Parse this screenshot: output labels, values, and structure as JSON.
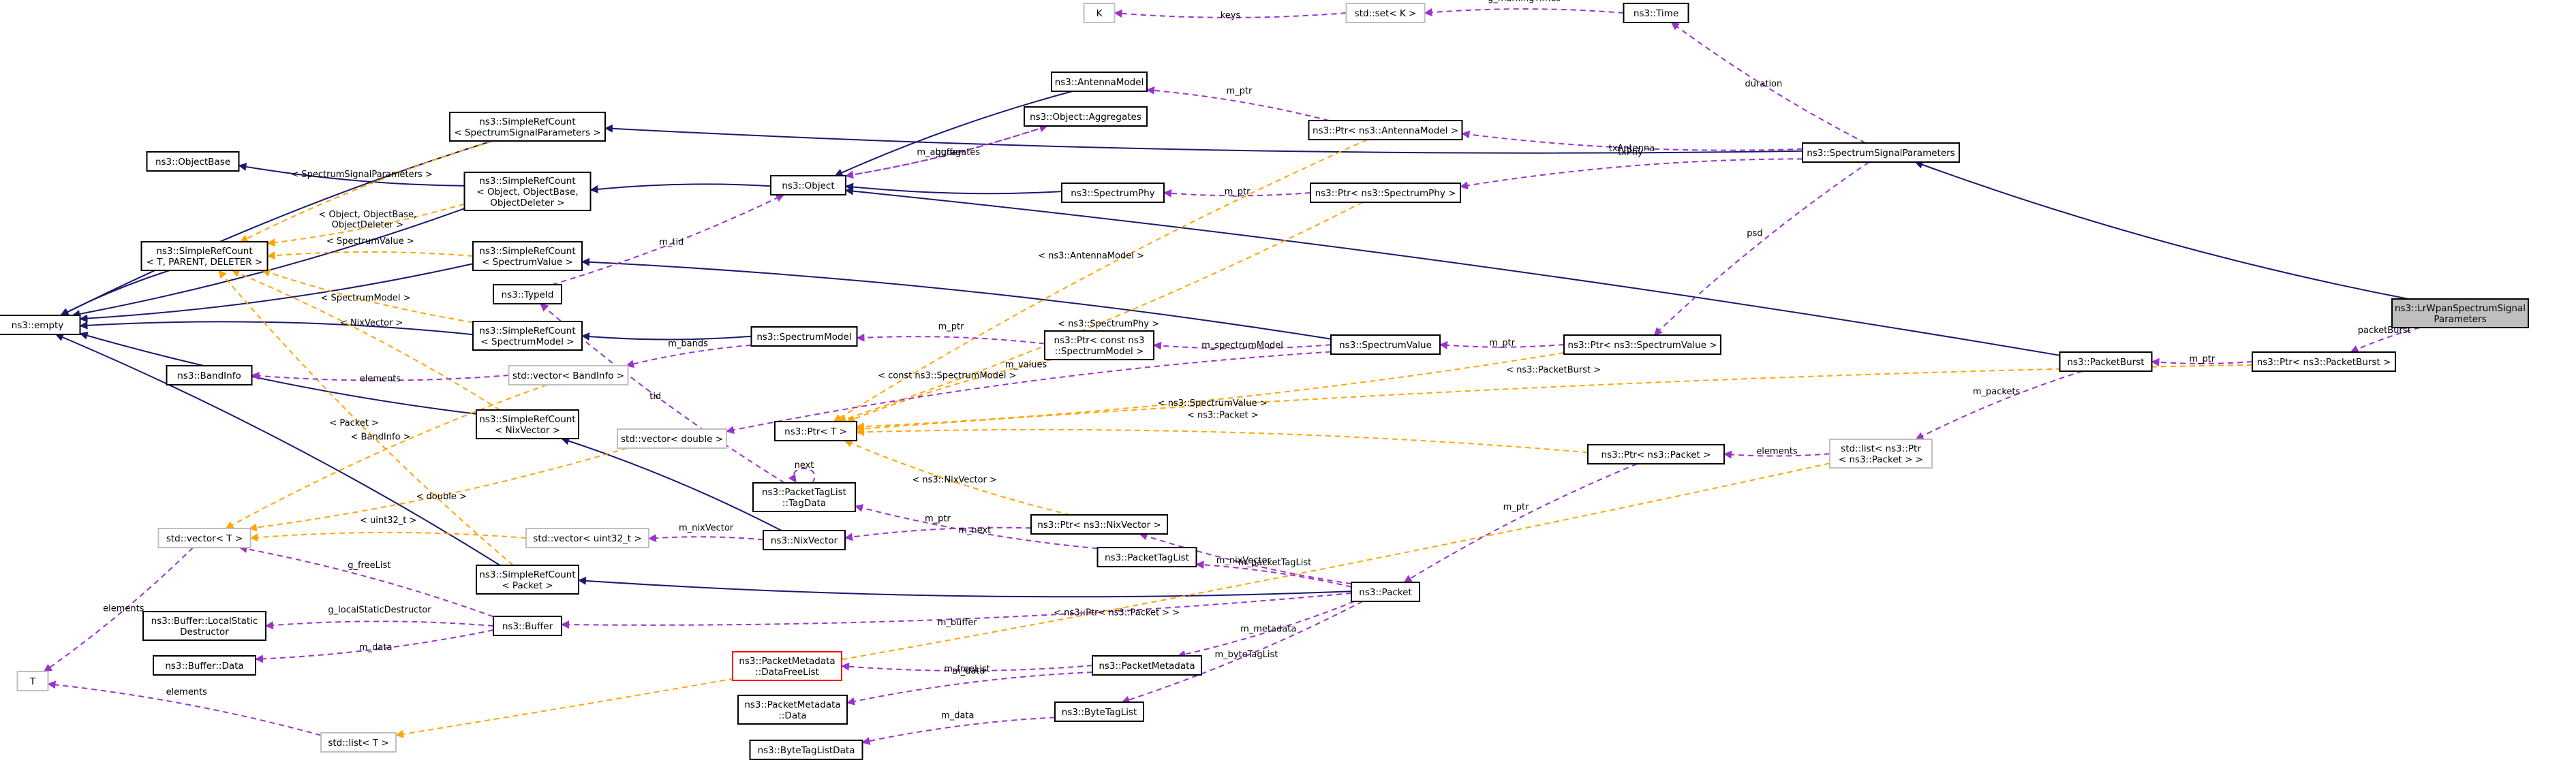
{
  "diagram_title": "",
  "legend_colors": {
    "inheritance": "#191970",
    "usage": "#9a32cd",
    "template": "#ffa500",
    "grey_node_border": "#bfbfbf",
    "red_node_border": "#ff0000",
    "selected_fill": "#bfbfbf"
  },
  "nodes": [
    {
      "id": "empty",
      "lines": [
        "ns3::empty"
      ],
      "style": "normal"
    },
    {
      "id": "objectbase",
      "lines": [
        "ns3::ObjectBase"
      ],
      "style": "normal"
    },
    {
      "id": "src_ssp",
      "lines": [
        "ns3::SimpleRefCount",
        "< SpectrumSignalParameters >"
      ],
      "style": "normal"
    },
    {
      "id": "src_obj",
      "lines": [
        "ns3::SimpleRefCount",
        "< Object, ObjectBase,",
        "ObjectDeleter >"
      ],
      "style": "normal"
    },
    {
      "id": "src_tpd",
      "lines": [
        "ns3::SimpleRefCount",
        "< T, PARENT, DELETER >"
      ],
      "style": "normal"
    },
    {
      "id": "src_sv",
      "lines": [
        "ns3::SimpleRefCount",
        "< SpectrumValue >"
      ],
      "style": "normal"
    },
    {
      "id": "typeid",
      "lines": [
        "ns3::TypeId"
      ],
      "style": "normal"
    },
    {
      "id": "src_sm",
      "lines": [
        "ns3::SimpleRefCount",
        "< SpectrumModel >"
      ],
      "style": "normal"
    },
    {
      "id": "bandinfo",
      "lines": [
        "ns3::BandInfo"
      ],
      "style": "normal"
    },
    {
      "id": "vec_bandinfo",
      "lines": [
        "std::vector< BandInfo >"
      ],
      "style": "grey"
    },
    {
      "id": "src_nix",
      "lines": [
        "ns3::SimpleRefCount",
        "< NixVector >"
      ],
      "style": "normal"
    },
    {
      "id": "vec_double",
      "lines": [
        "std::vector< double >"
      ],
      "style": "grey"
    },
    {
      "id": "vec_t",
      "lines": [
        "std::vector< T >"
      ],
      "style": "grey"
    },
    {
      "id": "vec_uint32",
      "lines": [
        "std::vector< uint32_t >"
      ],
      "style": "grey"
    },
    {
      "id": "src_pkt",
      "lines": [
        "ns3::SimpleRefCount",
        "< Packet >"
      ],
      "style": "normal"
    },
    {
      "id": "buf_lsd",
      "lines": [
        "ns3::Buffer::LocalStatic",
        "Destructor"
      ],
      "style": "normal"
    },
    {
      "id": "buffer",
      "lines": [
        "ns3::Buffer"
      ],
      "style": "normal"
    },
    {
      "id": "buf_data",
      "lines": [
        "ns3::Buffer::Data"
      ],
      "style": "normal"
    },
    {
      "id": "t",
      "lines": [
        "T"
      ],
      "style": "grey"
    },
    {
      "id": "list_t",
      "lines": [
        "std::list< T >"
      ],
      "style": "grey"
    },
    {
      "id": "object",
      "lines": [
        "ns3::Object"
      ],
      "style": "normal"
    },
    {
      "id": "antenna",
      "lines": [
        "ns3::AntennaModel"
      ],
      "style": "normal"
    },
    {
      "id": "aggregates",
      "lines": [
        "ns3::Object::Aggregates"
      ],
      "style": "normal"
    },
    {
      "id": "sphy",
      "lines": [
        "ns3::SpectrumPhy"
      ],
      "style": "normal"
    },
    {
      "id": "smodel",
      "lines": [
        "ns3::SpectrumModel"
      ],
      "style": "normal"
    },
    {
      "id": "ptr_t",
      "lines": [
        "ns3::Ptr< T >"
      ],
      "style": "normal"
    },
    {
      "id": "ptl_td",
      "lines": [
        "ns3::PacketTagList",
        "::TagData"
      ],
      "style": "normal"
    },
    {
      "id": "nix",
      "lines": [
        "ns3::NixVector"
      ],
      "style": "normal"
    },
    {
      "id": "pmd_fl",
      "lines": [
        "ns3::PacketMetadata",
        "::DataFreeList"
      ],
      "style": "red"
    },
    {
      "id": "pmd_data",
      "lines": [
        "ns3::PacketMetadata",
        "::Data"
      ],
      "style": "normal"
    },
    {
      "id": "btl_data",
      "lines": [
        "ns3::ByteTagListData"
      ],
      "style": "normal"
    },
    {
      "id": "ptr_antenna",
      "lines": [
        "ns3::Ptr< ns3::AntennaModel >"
      ],
      "style": "normal"
    },
    {
      "id": "ptr_sphy",
      "lines": [
        "ns3::Ptr< ns3::SpectrumPhy >"
      ],
      "style": "normal"
    },
    {
      "id": "ptr_csm",
      "lines": [
        "ns3::Ptr< const ns3",
        "::SpectrumModel >"
      ],
      "style": "normal"
    },
    {
      "id": "svalue",
      "lines": [
        "ns3::SpectrumValue"
      ],
      "style": "normal"
    },
    {
      "id": "ptr_nix",
      "lines": [
        "ns3::Ptr< ns3::NixVector >"
      ],
      "style": "normal"
    },
    {
      "id": "ptl",
      "lines": [
        "ns3::PacketTagList"
      ],
      "style": "normal"
    },
    {
      "id": "packet",
      "lines": [
        "ns3::Packet"
      ],
      "style": "normal"
    },
    {
      "id": "pmd",
      "lines": [
        "ns3::PacketMetadata"
      ],
      "style": "normal"
    },
    {
      "id": "btl",
      "lines": [
        "ns3::ByteTagList"
      ],
      "style": "normal"
    },
    {
      "id": "k",
      "lines": [
        "K"
      ],
      "style": "grey"
    },
    {
      "id": "set_k",
      "lines": [
        "std::set< K >"
      ],
      "style": "grey"
    },
    {
      "id": "time",
      "lines": [
        "ns3::Time"
      ],
      "style": "normal"
    },
    {
      "id": "ssp",
      "lines": [
        "ns3::SpectrumSignalParameters"
      ],
      "style": "normal"
    },
    {
      "id": "ptr_sv",
      "lines": [
        "ns3::Ptr< ns3::SpectrumValue >"
      ],
      "style": "normal"
    },
    {
      "id": "ptr_pkt",
      "lines": [
        "ns3::Ptr< ns3::Packet >"
      ],
      "style": "normal"
    },
    {
      "id": "list_ptr_pkt",
      "lines": [
        "std::list< ns3::Ptr",
        "< ns3::Packet > >"
      ],
      "style": "grey"
    },
    {
      "id": "pburst",
      "lines": [
        "ns3::PacketBurst"
      ],
      "style": "normal"
    },
    {
      "id": "ptr_pburst",
      "lines": [
        "ns3::Ptr< ns3::PacketBurst >"
      ],
      "style": "normal"
    },
    {
      "id": "lrwpan",
      "lines": [
        "ns3::LrWpanSpectrumSignal",
        "Parameters"
      ],
      "style": "selected"
    }
  ],
  "edges": [
    {
      "from": "src_ssp",
      "to": "empty",
      "kind": "inheritance",
      "label": ""
    },
    {
      "from": "src_obj",
      "to": "empty",
      "kind": "inheritance",
      "label": ""
    },
    {
      "from": "src_tpd",
      "to": "empty",
      "kind": "inheritance",
      "label": ""
    },
    {
      "from": "src_sv",
      "to": "empty",
      "kind": "inheritance",
      "label": ""
    },
    {
      "from": "src_sm",
      "to": "empty",
      "kind": "inheritance",
      "label": ""
    },
    {
      "from": "src_nix",
      "to": "empty",
      "kind": "inheritance",
      "label": ""
    },
    {
      "from": "src_pkt",
      "to": "empty",
      "kind": "inheritance",
      "label": ""
    },
    {
      "from": "src_obj",
      "to": "objectbase",
      "kind": "inheritance",
      "label": ""
    },
    {
      "from": "object",
      "to": "src_obj",
      "kind": "inheritance",
      "label": ""
    },
    {
      "from": "ssp",
      "to": "src_ssp",
      "kind": "inheritance",
      "label": ""
    },
    {
      "from": "svalue",
      "to": "src_sv",
      "kind": "inheritance",
      "label": ""
    },
    {
      "from": "smodel",
      "to": "src_sm",
      "kind": "inheritance",
      "label": ""
    },
    {
      "from": "nix",
      "to": "src_nix",
      "kind": "inheritance",
      "label": ""
    },
    {
      "from": "packet",
      "to": "src_pkt",
      "kind": "inheritance",
      "label": ""
    },
    {
      "from": "antenna",
      "to": "object",
      "kind": "inheritance",
      "label": ""
    },
    {
      "from": "sphy",
      "to": "object",
      "kind": "inheritance",
      "label": ""
    },
    {
      "from": "pburst",
      "to": "object",
      "kind": "inheritance",
      "label": ""
    },
    {
      "from": "lrwpan",
      "to": "ssp",
      "kind": "inheritance",
      "label": ""
    },
    {
      "from": "src_ssp",
      "to": "src_tpd",
      "kind": "template",
      "label": "< SpectrumSignalParameters >"
    },
    {
      "from": "src_obj",
      "to": "src_tpd",
      "kind": "template",
      "label": "< Object, ObjectBase,\nObjectDeleter >"
    },
    {
      "from": "src_sv",
      "to": "src_tpd",
      "kind": "template",
      "label": "< SpectrumValue >"
    },
    {
      "from": "src_sm",
      "to": "src_tpd",
      "kind": "template",
      "label": "< SpectrumModel >"
    },
    {
      "from": "src_nix",
      "to": "src_tpd",
      "kind": "template",
      "label": "< NixVector >"
    },
    {
      "from": "src_pkt",
      "to": "src_tpd",
      "kind": "template",
      "label": "< Packet >"
    },
    {
      "from": "vec_bandinfo",
      "to": "vec_t",
      "kind": "template",
      "label": "< BandInfo >"
    },
    {
      "from": "vec_double",
      "to": "vec_t",
      "kind": "template",
      "label": "< double >"
    },
    {
      "from": "vec_uint32",
      "to": "vec_t",
      "kind": "template",
      "label": "< uint32_t >"
    },
    {
      "from": "list_ptr_pkt",
      "to": "list_t",
      "kind": "template",
      "label": "< ns3::Ptr< ns3::Packet > >"
    },
    {
      "from": "ptr_antenna",
      "to": "ptr_t",
      "kind": "template",
      "label": "< ns3::AntennaModel >"
    },
    {
      "from": "ptr_sphy",
      "to": "ptr_t",
      "kind": "template",
      "label": "< ns3::SpectrumPhy >"
    },
    {
      "from": "ptr_csm",
      "to": "ptr_t",
      "kind": "template",
      "label": "< const ns3::SpectrumModel >"
    },
    {
      "from": "ptr_sv",
      "to": "ptr_t",
      "kind": "template",
      "label": "< ns3::SpectrumValue >"
    },
    {
      "from": "ptr_pkt",
      "to": "ptr_t",
      "kind": "template",
      "label": "< ns3::Packet >"
    },
    {
      "from": "ptr_nix",
      "to": "ptr_t",
      "kind": "template",
      "label": "< ns3::NixVector >"
    },
    {
      "from": "ptr_pburst",
      "to": "ptr_t",
      "kind": "template",
      "label": "< ns3::PacketBurst >"
    },
    {
      "from": "set_k",
      "to": "k",
      "kind": "usage",
      "label": "keys"
    },
    {
      "from": "time",
      "to": "set_k",
      "kind": "usage",
      "label": "g_markingTimes"
    },
    {
      "from": "ssp",
      "to": "time",
      "kind": "usage",
      "label": "duration"
    },
    {
      "from": "ptr_antenna",
      "to": "antenna",
      "kind": "usage",
      "label": "m_ptr"
    },
    {
      "from": "ssp",
      "to": "ptr_antenna",
      "kind": "usage",
      "label": "txAntenna"
    },
    {
      "from": "object",
      "to": "aggregates",
      "kind": "usage",
      "label": "m_aggregates"
    },
    {
      "from": "aggregates",
      "to": "object",
      "kind": "usage",
      "label": "buffer"
    },
    {
      "from": "typeid",
      "to": "object",
      "kind": "usage",
      "label": "m_tid"
    },
    {
      "from": "ptr_sphy",
      "to": "sphy",
      "kind": "usage",
      "label": "m_ptr"
    },
    {
      "from": "ssp",
      "to": "ptr_sphy",
      "kind": "usage",
      "label": "txPhy"
    },
    {
      "from": "ptl_td",
      "to": "typeid",
      "kind": "usage",
      "label": "tid"
    },
    {
      "from": "smodel",
      "to": "vec_bandinfo",
      "kind": "usage",
      "label": "m_bands"
    },
    {
      "from": "vec_bandinfo",
      "to": "bandinfo",
      "kind": "usage",
      "label": "elements"
    },
    {
      "from": "ptr_csm",
      "to": "smodel",
      "kind": "usage",
      "label": "m_ptr"
    },
    {
      "from": "svalue",
      "to": "ptr_csm",
      "kind": "usage",
      "label": "m_spectrumModel"
    },
    {
      "from": "svalue",
      "to": "vec_double",
      "kind": "usage",
      "label": "m_values"
    },
    {
      "from": "ptr_sv",
      "to": "svalue",
      "kind": "usage",
      "label": "m_ptr"
    },
    {
      "from": "ssp",
      "to": "ptr_sv",
      "kind": "usage",
      "label": "psd"
    },
    {
      "from": "ptl_td",
      "to": "ptl_td",
      "kind": "usage",
      "label": "next"
    },
    {
      "from": "nix",
      "to": "vec_uint32",
      "kind": "usage",
      "label": "m_nixVector"
    },
    {
      "from": "ptl",
      "to": "ptl_td",
      "kind": "usage",
      "label": "m_next"
    },
    {
      "from": "ptr_nix",
      "to": "nix",
      "kind": "usage",
      "label": "m_ptr"
    },
    {
      "from": "packet",
      "to": "ptr_nix",
      "kind": "usage",
      "label": "m_nixVector"
    },
    {
      "from": "packet",
      "to": "ptl",
      "kind": "usage",
      "label": "m_packetTagList"
    },
    {
      "from": "packet",
      "to": "buffer",
      "kind": "usage",
      "label": "m_buffer"
    },
    {
      "from": "buffer",
      "to": "buf_lsd",
      "kind": "usage",
      "label": "g_localStaticDestructor"
    },
    {
      "from": "buffer",
      "to": "buf_data",
      "kind": "usage",
      "label": "m_data"
    },
    {
      "from": "buffer",
      "to": "vec_t",
      "kind": "usage",
      "label": "g_freeList"
    },
    {
      "from": "vec_t",
      "to": "t",
      "kind": "usage",
      "label": "elements"
    },
    {
      "from": "list_t",
      "to": "t",
      "kind": "usage",
      "label": "elements"
    },
    {
      "from": "pmd",
      "to": "pmd_fl",
      "kind": "usage",
      "label": "m_freeList"
    },
    {
      "from": "pmd",
      "to": "pmd_data",
      "kind": "usage",
      "label": "m_data"
    },
    {
      "from": "packet",
      "to": "pmd",
      "kind": "usage",
      "label": "m_metadata"
    },
    {
      "from": "btl",
      "to": "btl_data",
      "kind": "usage",
      "label": "m_data"
    },
    {
      "from": "packet",
      "to": "btl",
      "kind": "usage",
      "label": "m_byteTagList"
    },
    {
      "from": "ptr_pkt",
      "to": "packet",
      "kind": "usage",
      "label": "m_ptr"
    },
    {
      "from": "list_ptr_pkt",
      "to": "ptr_pkt",
      "kind": "usage",
      "label": "elements"
    },
    {
      "from": "pburst",
      "to": "list_ptr_pkt",
      "kind": "usage",
      "label": "m_packets"
    },
    {
      "from": "ptr_pburst",
      "to": "pburst",
      "kind": "usage",
      "label": "m_ptr"
    },
    {
      "from": "lrwpan",
      "to": "ptr_pburst",
      "kind": "usage",
      "label": "packetBurst"
    }
  ]
}
